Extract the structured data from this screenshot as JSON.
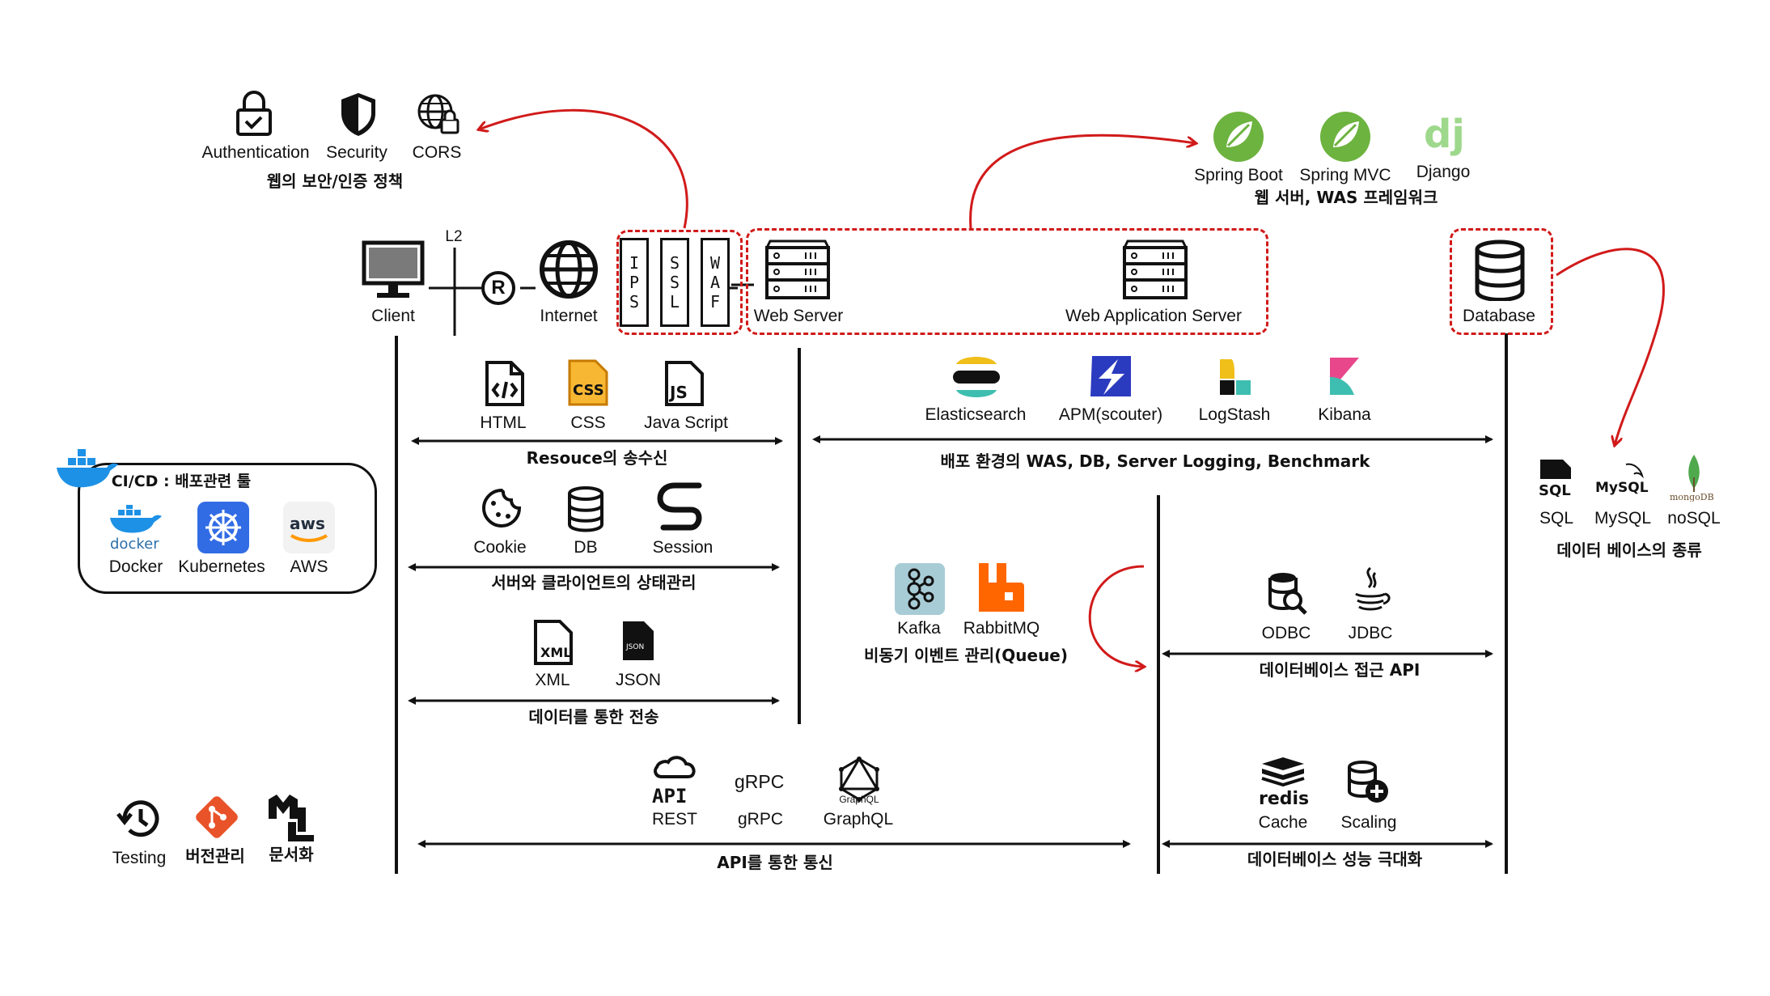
{
  "security": {
    "items": [
      "Authentication",
      "Security",
      "CORS"
    ],
    "caption": "웹의 보안/인증 정책"
  },
  "frameworks": {
    "items": [
      "Spring Boot",
      "Spring MVC",
      "Django"
    ],
    "caption": "웹 서버, WAS 프레임워크"
  },
  "topology": {
    "l2": "L2",
    "client": "Client",
    "internet": "Internet",
    "router_glyph": "R",
    "ips": [
      "I",
      "P",
      "S"
    ],
    "ssl": [
      "S",
      "S",
      "L"
    ],
    "waf": [
      "W",
      "A",
      "F"
    ],
    "web_server": "Web Server",
    "was": "Web Application  Server",
    "database": "Database"
  },
  "resources": {
    "items": [
      "HTML",
      "CSS",
      "Java Script"
    ],
    "caption": "Resouce의 송수신",
    "icon_text": [
      "CSS",
      "JS"
    ]
  },
  "state": {
    "items": [
      "Cookie",
      "DB",
      "Session"
    ],
    "caption": "서버와 클라이언트의 상태관리"
  },
  "data_transfer": {
    "items": [
      "XML",
      "JSON"
    ],
    "caption": "데이터를 통한 전송",
    "icon_text": [
      "XML",
      "JSON"
    ]
  },
  "api": {
    "items": [
      "REST",
      "gRPC",
      "GraphQL"
    ],
    "icon_text": [
      "API",
      "gRPC",
      "GraphQL"
    ],
    "caption": "API를 통한 통신"
  },
  "logging": {
    "items": [
      "Elasticsearch",
      "APM(scouter)",
      "LogStash",
      "Kibana"
    ],
    "caption": "배포 환경의 WAS, DB, Server Logging, Benchmark"
  },
  "queue": {
    "items": [
      "Kafka",
      "RabbitMQ"
    ],
    "caption": "비동기 이벤트 관리(Queue)"
  },
  "db_access": {
    "items": [
      "ODBC",
      "JDBC"
    ],
    "caption": "데이터베이스 접근 API"
  },
  "db_perf": {
    "items": [
      "Cache",
      "Scaling"
    ],
    "icon_text": [
      "redis"
    ],
    "caption": "데이터베이스 성능 극대화"
  },
  "db_types": {
    "items": [
      "SQL",
      "MySQL",
      "noSQL"
    ],
    "icon_text": [
      "SQL",
      "MySQL",
      "mongoDB"
    ],
    "caption": "데이터 베이스의 종류"
  },
  "cicd": {
    "title": "CI/CD : 배포관련 툴",
    "items": [
      "Docker",
      "Kubernetes",
      "AWS"
    ],
    "icon_text": [
      "docker",
      "aws"
    ]
  },
  "tools": {
    "items": [
      "Testing",
      "버전관리",
      "문서화"
    ]
  },
  "colors": {
    "accent": "#d11a1a",
    "line": "#111111",
    "spring": "#6db33f",
    "django": "#9ed88c"
  }
}
